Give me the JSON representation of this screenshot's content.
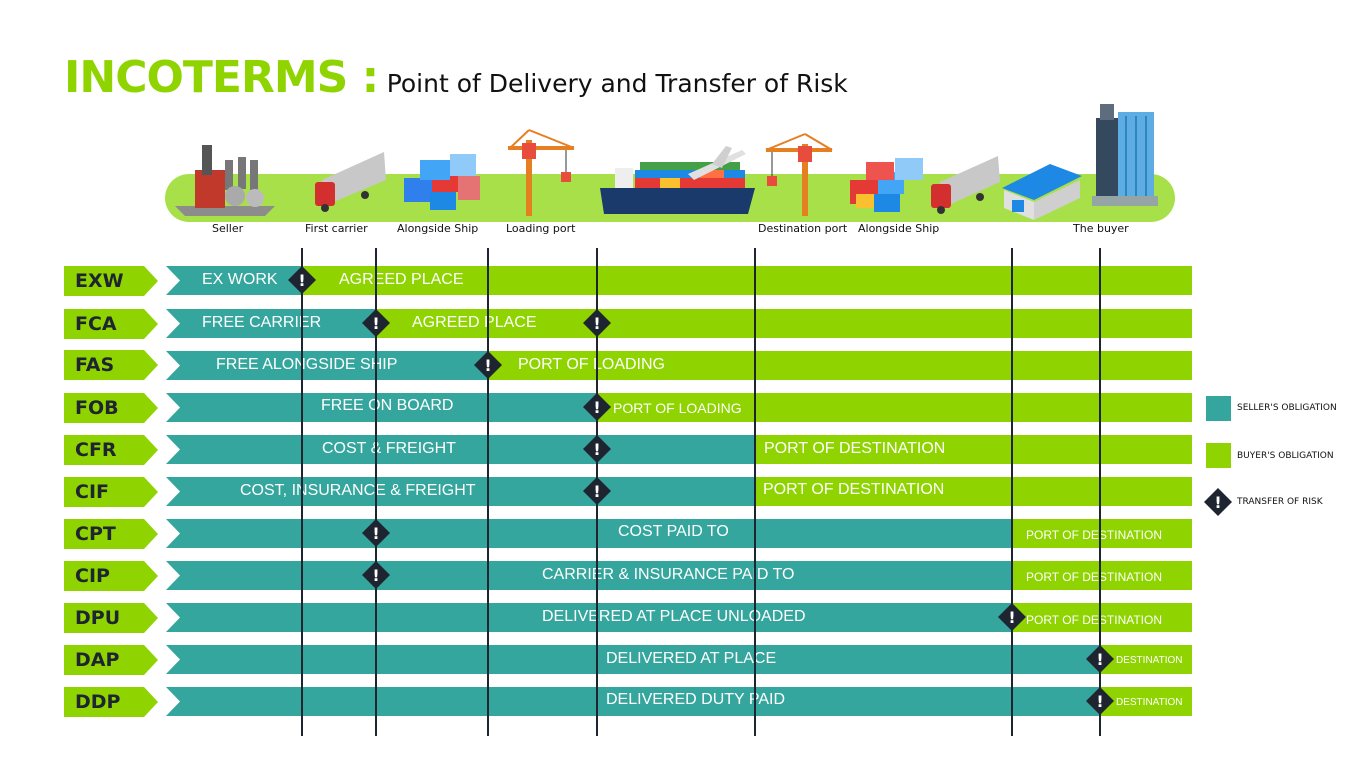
{
  "title": {
    "main": "INCOTERMS :",
    "sub": "Point of Delivery and Transfer of Risk"
  },
  "colors": {
    "seller": "#35a69d",
    "buyer": "#8fd400",
    "risk": "#1e2530",
    "title": "#8fd400"
  },
  "stages": [
    "Seller",
    "First carrier",
    "Alongside Ship",
    "Loading port",
    "Destination port",
    "Alongside Ship",
    "The buyer"
  ],
  "terms": [
    {
      "code": "EXW",
      "seller_label": "EX WORK",
      "buyer_label": "AGREED PLACE"
    },
    {
      "code": "FCA",
      "seller_label": "FREE CARRIER",
      "buyer_label": "AGREED PLACE"
    },
    {
      "code": "FAS",
      "seller_label": "FREE ALONGSIDE SHIP",
      "buyer_label": "PORT OF LOADING"
    },
    {
      "code": "FOB",
      "seller_label": "FREE ON BOARD",
      "buyer_label": "PORT OF LOADING"
    },
    {
      "code": "CFR",
      "seller_label": "COST & FREIGHT",
      "buyer_label": "PORT OF DESTINATION"
    },
    {
      "code": "CIF",
      "seller_label": "COST, INSURANCE & FREIGHT",
      "buyer_label": "PORT OF DESTINATION"
    },
    {
      "code": "CPT",
      "seller_label": "COST PAID TO",
      "buyer_label": "PORT OF DESTINATION"
    },
    {
      "code": "CIP",
      "seller_label": "CARRIER & INSURANCE  PAID TO",
      "buyer_label": "PORT OF DESTINATION"
    },
    {
      "code": "DPU",
      "seller_label": "DELIVERED AT PLACE UNLOADED",
      "buyer_label": "PORT OF DESTINATION"
    },
    {
      "code": "DAP",
      "seller_label": "DELIVERED AT PLACE",
      "buyer_label": "DESTINATION"
    },
    {
      "code": "DDP",
      "seller_label": "DELIVERED DUTY PAID",
      "buyer_label": "DESTINATION"
    }
  ],
  "legend": {
    "seller": "SELLER'S OBLIGATION",
    "buyer": "BUYER'S OBLIGATION",
    "risk": "TRANSFER OF RISK"
  },
  "risk_symbol": "!"
}
